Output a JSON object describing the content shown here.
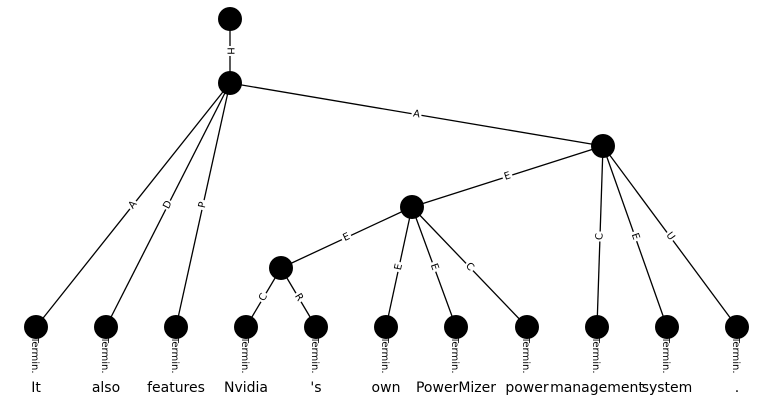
{
  "diagram": {
    "terminal_label": "Termin.",
    "words": [
      "It",
      "also",
      "features",
      "Nvidia",
      "'s",
      "own",
      "PowerMizer",
      "power",
      "management",
      "system",
      "."
    ],
    "edges": [
      {
        "from": "root",
        "to": "n1",
        "label": "H"
      },
      {
        "from": "n1",
        "to": "t0",
        "label": "A"
      },
      {
        "from": "n1",
        "to": "t1",
        "label": "D"
      },
      {
        "from": "n1",
        "to": "t2",
        "label": "P"
      },
      {
        "from": "n1",
        "to": "n2",
        "label": "A"
      },
      {
        "from": "n2",
        "to": "n3",
        "label": "E"
      },
      {
        "from": "n2",
        "to": "t8",
        "label": "C"
      },
      {
        "from": "n2",
        "to": "t9",
        "label": "E"
      },
      {
        "from": "n2",
        "to": "t10",
        "label": "U"
      },
      {
        "from": "n3",
        "to": "n4",
        "label": "E"
      },
      {
        "from": "n3",
        "to": "t5",
        "label": "E"
      },
      {
        "from": "n3",
        "to": "t6",
        "label": "E"
      },
      {
        "from": "n3",
        "to": "t7",
        "label": "C"
      },
      {
        "from": "n4",
        "to": "t3",
        "label": "C"
      },
      {
        "from": "n4",
        "to": "t4",
        "label": "R"
      }
    ]
  }
}
